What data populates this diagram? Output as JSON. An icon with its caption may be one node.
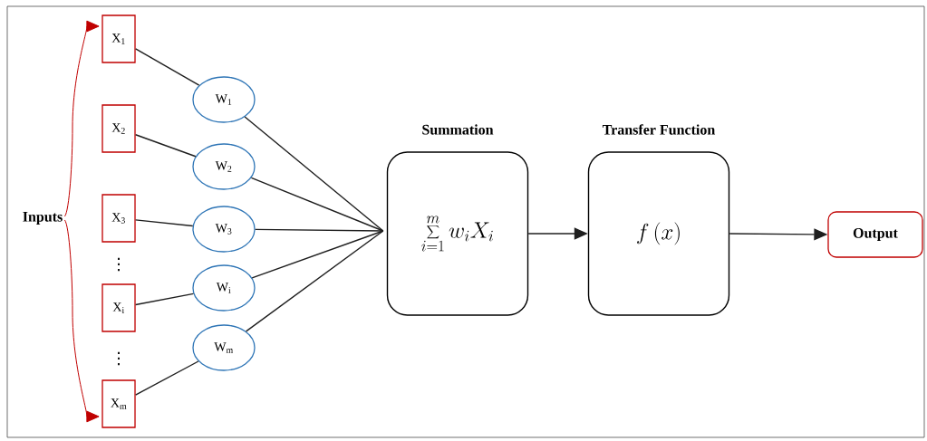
{
  "diagram": {
    "nodes": [
      {
        "text": [
          "X$_{1}$"
        ]
      },
      {
        "text": [
          "X$_{2}$"
        ]
      },
      {
        "text": [
          "X$_{3}$"
        ]
      },
      {
        "text": [
          "X$_{i}$"
        ]
      },
      {
        "text": [
          "X$_{m}$"
        ]
      },
      {
        "text": [
          "W$_{1}$"
        ]
      },
      {
        "text": [
          "W$_{2}$"
        ]
      },
      {
        "text": [
          "W$_{3}$"
        ]
      },
      {
        "text": [
          "W$_{i}$"
        ]
      },
      {
        "text": [
          "W$_{m}$"
        ]
      },
      {
        "text": [
          "Summation",
          "\\sum_{i=1}^{m} w_i X_i"
        ]
      },
      {
        "text": [
          "Transfer Function",
          "f\\,(x)"
        ]
      },
      {
        "text": [
          "Output"
        ]
      },
      {
        "text": [
          "Inputs"
        ]
      }
    ],
    "edges": [
      {
        "from": 0,
        "to": 5,
        "arrow": "none"
      },
      {
        "from": 1,
        "to": 6,
        "arrow": "none"
      },
      {
        "from": 2,
        "to": 7,
        "arrow": "none"
      },
      {
        "from": 3,
        "to": 8,
        "arrow": "none"
      },
      {
        "from": 4,
        "to": 9,
        "arrow": "none"
      },
      {
        "from": 5,
        "to": 10,
        "arrow": "none"
      },
      {
        "from": 6,
        "to": 10,
        "arrow": "none"
      },
      {
        "from": 7,
        "to": 10,
        "arrow": "none"
      },
      {
        "from": 8,
        "to": 10,
        "arrow": "none"
      },
      {
        "from": 9,
        "to": 10,
        "arrow": "none"
      },
      {
        "from": 10,
        "to": 11,
        "arrow": "to"
      },
      {
        "from": 11,
        "to": 12,
        "arrow": "to"
      },
      {
        "from": 13,
        "to": 0,
        "arrow": "to",
        "color": "#c00000"
      },
      {
        "from": 13,
        "to": 4,
        "arrow": "to",
        "color": "#c00000"
      }
    ],
    "labels": [
      "⋮",
      "⋮"
    ]
  }
}
